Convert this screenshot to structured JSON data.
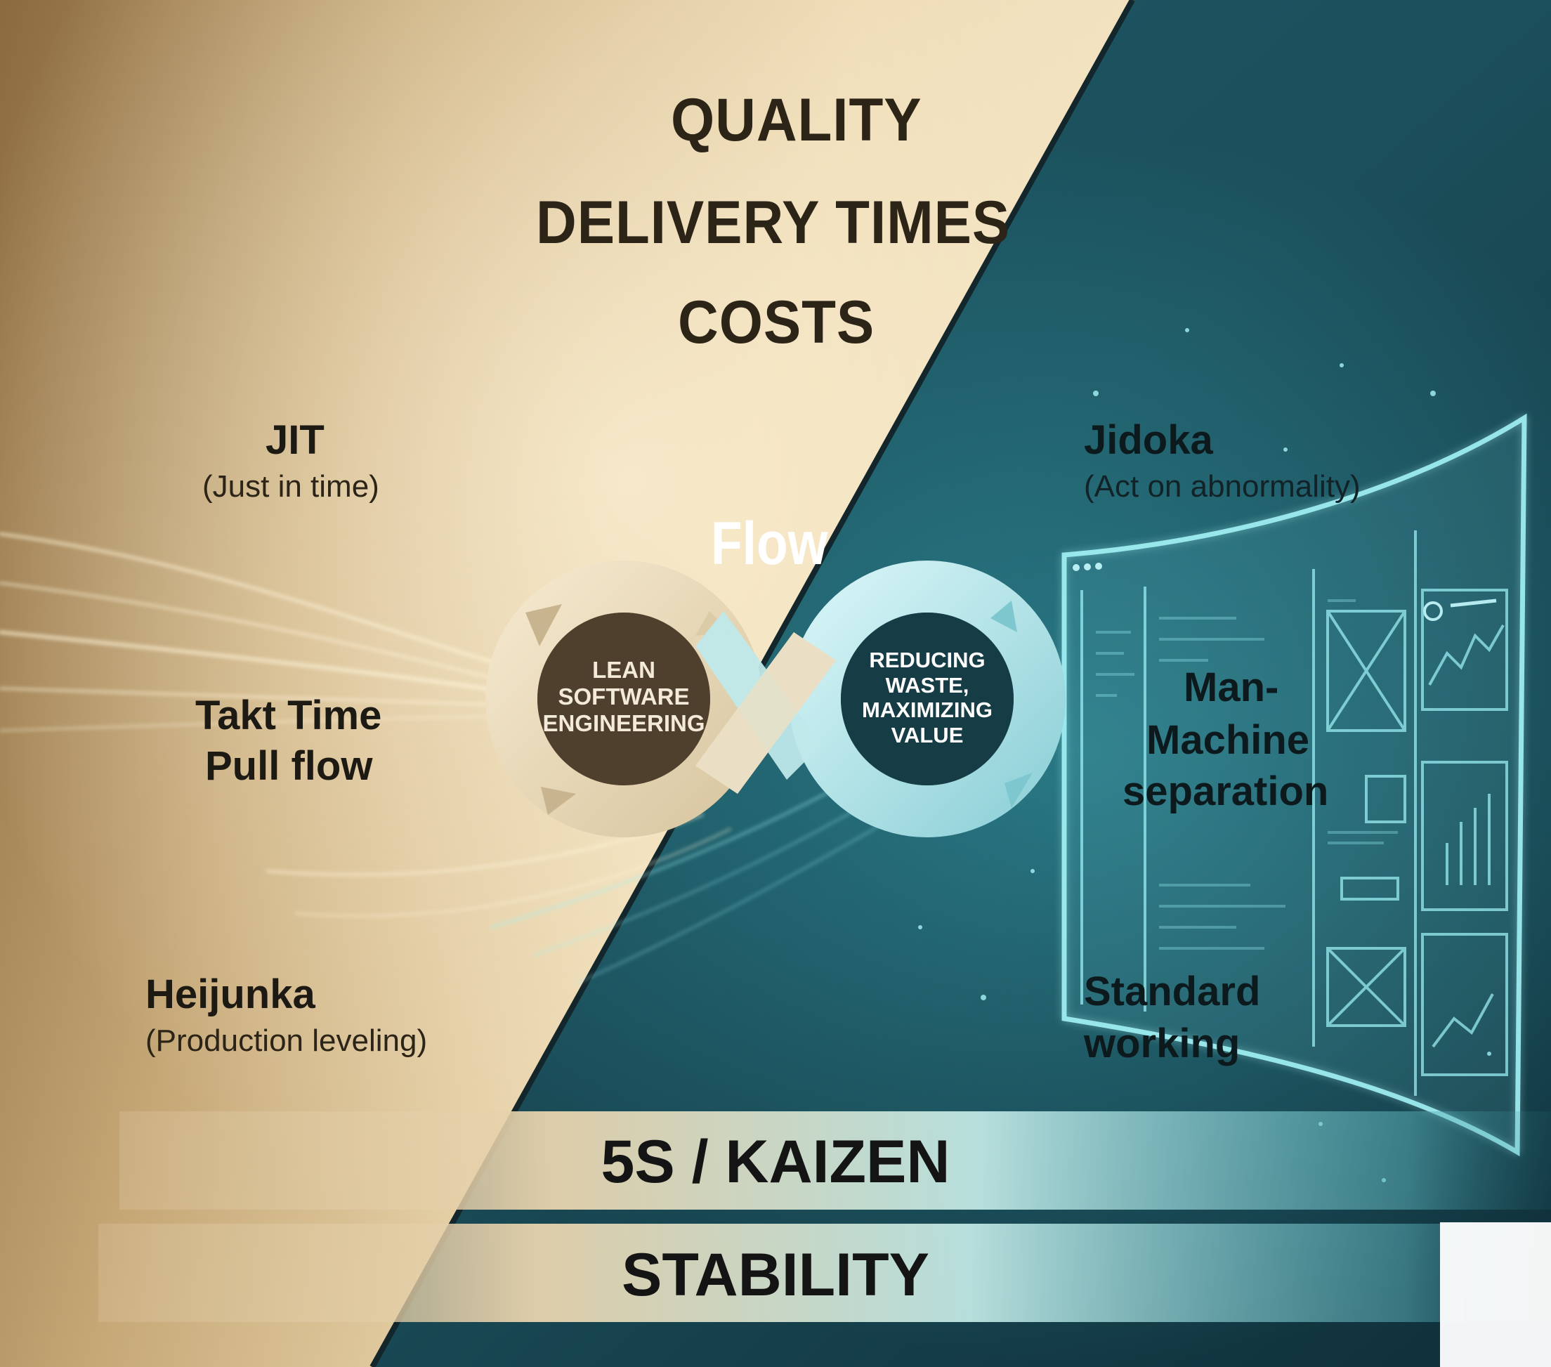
{
  "goals": [
    "QUALITY",
    "DELIVERY TIMES",
    "COSTS"
  ],
  "flow_label": "Flow",
  "left_pillars": [
    {
      "title": "JIT",
      "subtitle": "(Just in time)"
    },
    {
      "title": "Takt Time",
      "subtitle": "Pull flow"
    },
    {
      "title": "Heijunka",
      "subtitle": "(Production leveling)"
    }
  ],
  "right_pillars": [
    {
      "title": "Jidoka",
      "subtitle": "(Act on abnormality)"
    },
    {
      "title": "Man-",
      "line2": "Machine",
      "line3": "separation"
    },
    {
      "title": "Standard",
      "subtitle": "working"
    }
  ],
  "infinity": {
    "left_loop": [
      "LEAN",
      "SOFTWARE",
      "ENGINEERING"
    ],
    "right_loop": [
      "REDUCING",
      "WASTE,",
      "MAXIMIZING",
      "VALUE"
    ]
  },
  "bands": {
    "upper": "5S / KAIZEN",
    "lower": "STABILITY"
  },
  "colors": {
    "gold": "#cdb184",
    "cream": "#efdcb6",
    "teal": "#1c5b66",
    "cyan": "#8fe8f0",
    "dark_text": "#1d1a14"
  }
}
